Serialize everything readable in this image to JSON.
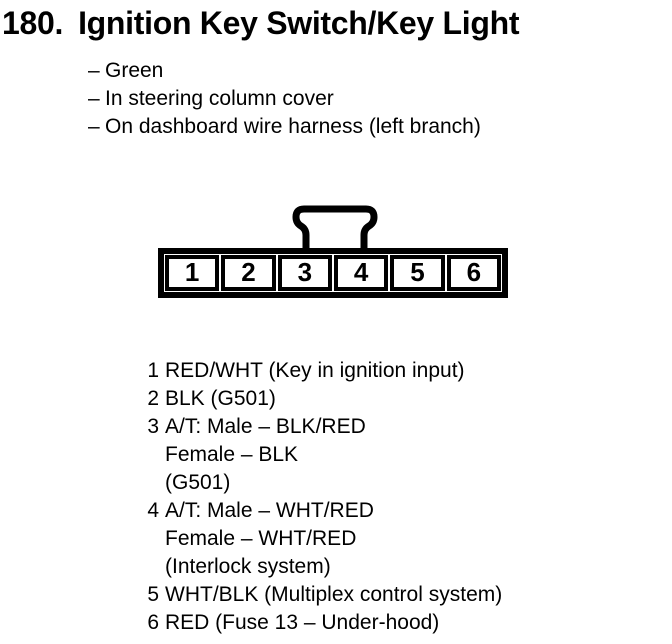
{
  "header": {
    "number": "180.",
    "title": "Ignition Key Switch/Key Light"
  },
  "notes": {
    "dash": "–",
    "items": [
      "Green",
      "In steering column cover",
      "On dashboard wire harness (left branch)"
    ]
  },
  "connector": {
    "pins": [
      {
        "number": "1",
        "lines": [
          "RED/WHT (Key in ignition input)"
        ]
      },
      {
        "number": "2",
        "lines": [
          "BLK (G501)"
        ]
      },
      {
        "number": "3",
        "lines": [
          "A/T: Male – BLK/RED",
          "Female – BLK",
          "(G501)"
        ]
      },
      {
        "number": "4",
        "lines": [
          "A/T: Male – WHT/RED",
          "Female – WHT/RED",
          "(Interlock system)"
        ]
      },
      {
        "number": "5",
        "lines": [
          "WHT/BLK (Multiplex control system)"
        ]
      },
      {
        "number": "6",
        "lines": [
          "RED (Fuse 13 – Under-hood)"
        ]
      }
    ]
  },
  "colors": {
    "ink": "#000000",
    "paper": "#ffffff"
  }
}
